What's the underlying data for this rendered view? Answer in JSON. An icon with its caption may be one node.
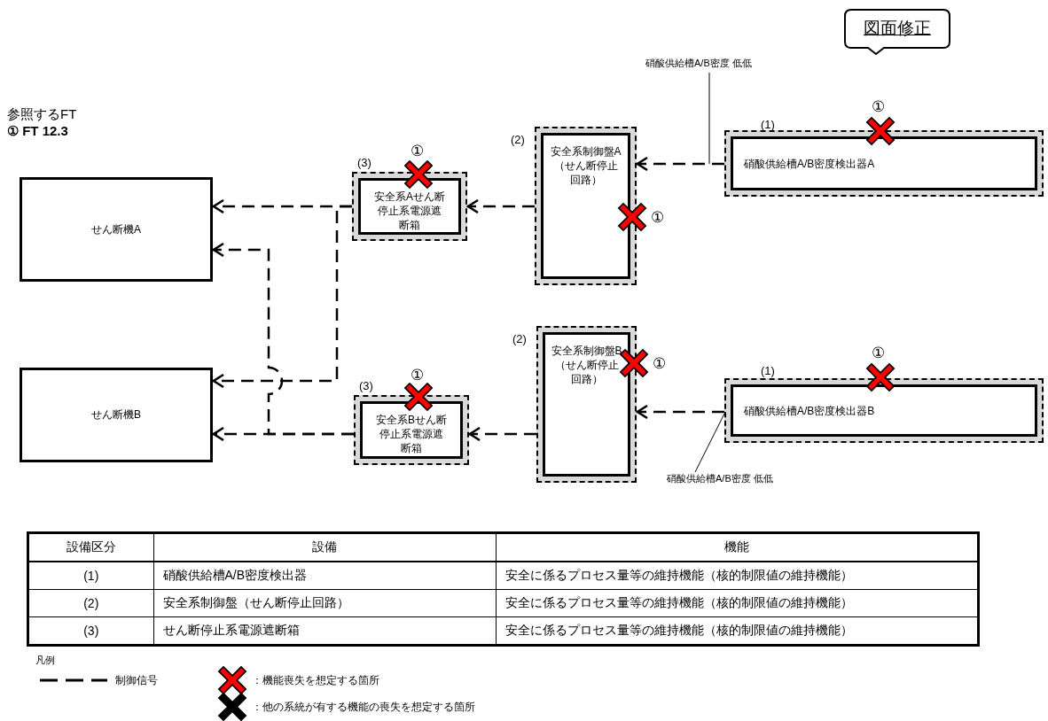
{
  "diagram": {
    "nodes": [
      {
        "text": [
          "せん断機A"
        ]
      },
      {
        "text": [
          "せん断機B"
        ]
      },
      {
        "text": [
          "安全系Aせん断停止系電源遮断箱"
        ],
        "beside": [
          "(3)"
        ]
      },
      {
        "text": [
          "安全系Bせん断停止系電源遮断箱"
        ],
        "beside": [
          "(3)"
        ]
      },
      {
        "text": [
          "安全系制御盤A（せん断停止回路）"
        ],
        "beside": [
          "(2)"
        ]
      },
      {
        "text": [
          "安全系制御盤B（せん断停止回路）"
        ],
        "beside": [
          "(2)"
        ]
      },
      {
        "text": [
          "硝酸供給槽A/B密度検出器A"
        ],
        "beside": [
          "(1)"
        ]
      },
      {
        "text": [
          "硝酸供給槽A/B密度検出器B"
        ],
        "beside": [
          "(1)"
        ]
      },
      {
        "text": [
          "硝酸供給槽A/B密度 低低"
        ]
      },
      {
        "text": [
          "硝酸供給槽A/B密度 低低"
        ]
      },
      {
        "text": [
          "図面修正"
        ]
      }
    ],
    "edges": [
      {
        "from": 6,
        "to": 4,
        "arrow": "to",
        "style": "dashed"
      },
      {
        "from": 4,
        "to": 2,
        "arrow": "to",
        "style": "dashed"
      },
      {
        "from": 2,
        "to": 0,
        "arrow": "to",
        "style": "dashed"
      },
      {
        "from": 2,
        "to": 1,
        "arrow": "to",
        "style": "dashed"
      },
      {
        "from": 3,
        "to": 0,
        "arrow": "to",
        "style": "dashed"
      },
      {
        "from": 7,
        "to": 5,
        "arrow": "to",
        "style": "dashed"
      },
      {
        "from": 5,
        "to": 3,
        "arrow": "to",
        "style": "dashed"
      },
      {
        "from": 3,
        "to": 1,
        "arrow": "to",
        "style": "dashed"
      },
      {
        "from": 8,
        "to": null,
        "arrow": "none"
      },
      {
        "from": 9,
        "to": 7,
        "arrow": "none"
      }
    ],
    "labels": [
      "参照するFT",
      "① FT 12.3",
      "①",
      "①",
      "①",
      "①",
      "①",
      "①",
      "設備区分",
      "設備",
      "機能",
      "(1)",
      "硝酸供給槽A/B密度検出器",
      "安全に係るプロセス量等の維持機能（核的制限値の維持機能）",
      "(2)",
      "安全系制御盤（せん断停止回路）",
      "安全に係るプロセス量等の維持機能（核的制限値の維持機能）",
      "(3)",
      "せん断停止系電源遮断箱",
      "安全に係るプロセス量等の維持機能（核的制限値の維持機能）",
      "凡例"
    ],
    "legend": [
      {
        "text": "制御信号"
      },
      {
        "text": "：機能喪失を想定する箇所"
      },
      {
        "text": "：他の系統が有する機能の喪失を想定する箇所"
      }
    ]
  }
}
